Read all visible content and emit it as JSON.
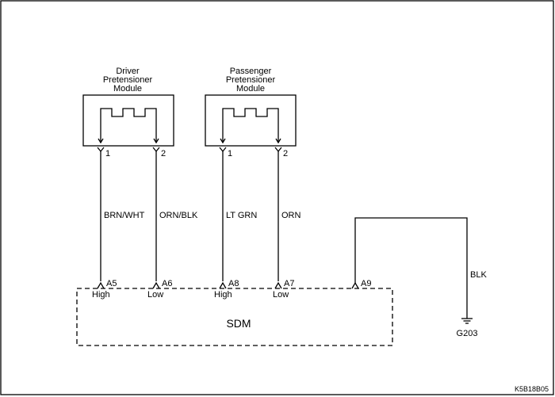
{
  "modules": {
    "driver": {
      "title_lines": [
        "Driver",
        "Pretensioner",
        "Module"
      ],
      "pin1": "1",
      "pin2": "2"
    },
    "passenger": {
      "title_lines": [
        "Passenger",
        "Pretensioner",
        "Module"
      ],
      "pin1": "1",
      "pin2": "2"
    }
  },
  "wires": [
    {
      "color_label": "BRN/WHT",
      "sdm_pin": "A5",
      "level": "High"
    },
    {
      "color_label": "ORN/BLK",
      "sdm_pin": "A6",
      "level": "Low"
    },
    {
      "color_label": "LT GRN",
      "sdm_pin": "A8",
      "level": "High"
    },
    {
      "color_label": "ORN",
      "sdm_pin": "A7",
      "level": "Low"
    }
  ],
  "ground": {
    "sdm_pin": "A9",
    "color_label": "BLK",
    "ground_label": "G203"
  },
  "sdm": {
    "label": "SDM"
  },
  "figure_code": "K5B18B05"
}
